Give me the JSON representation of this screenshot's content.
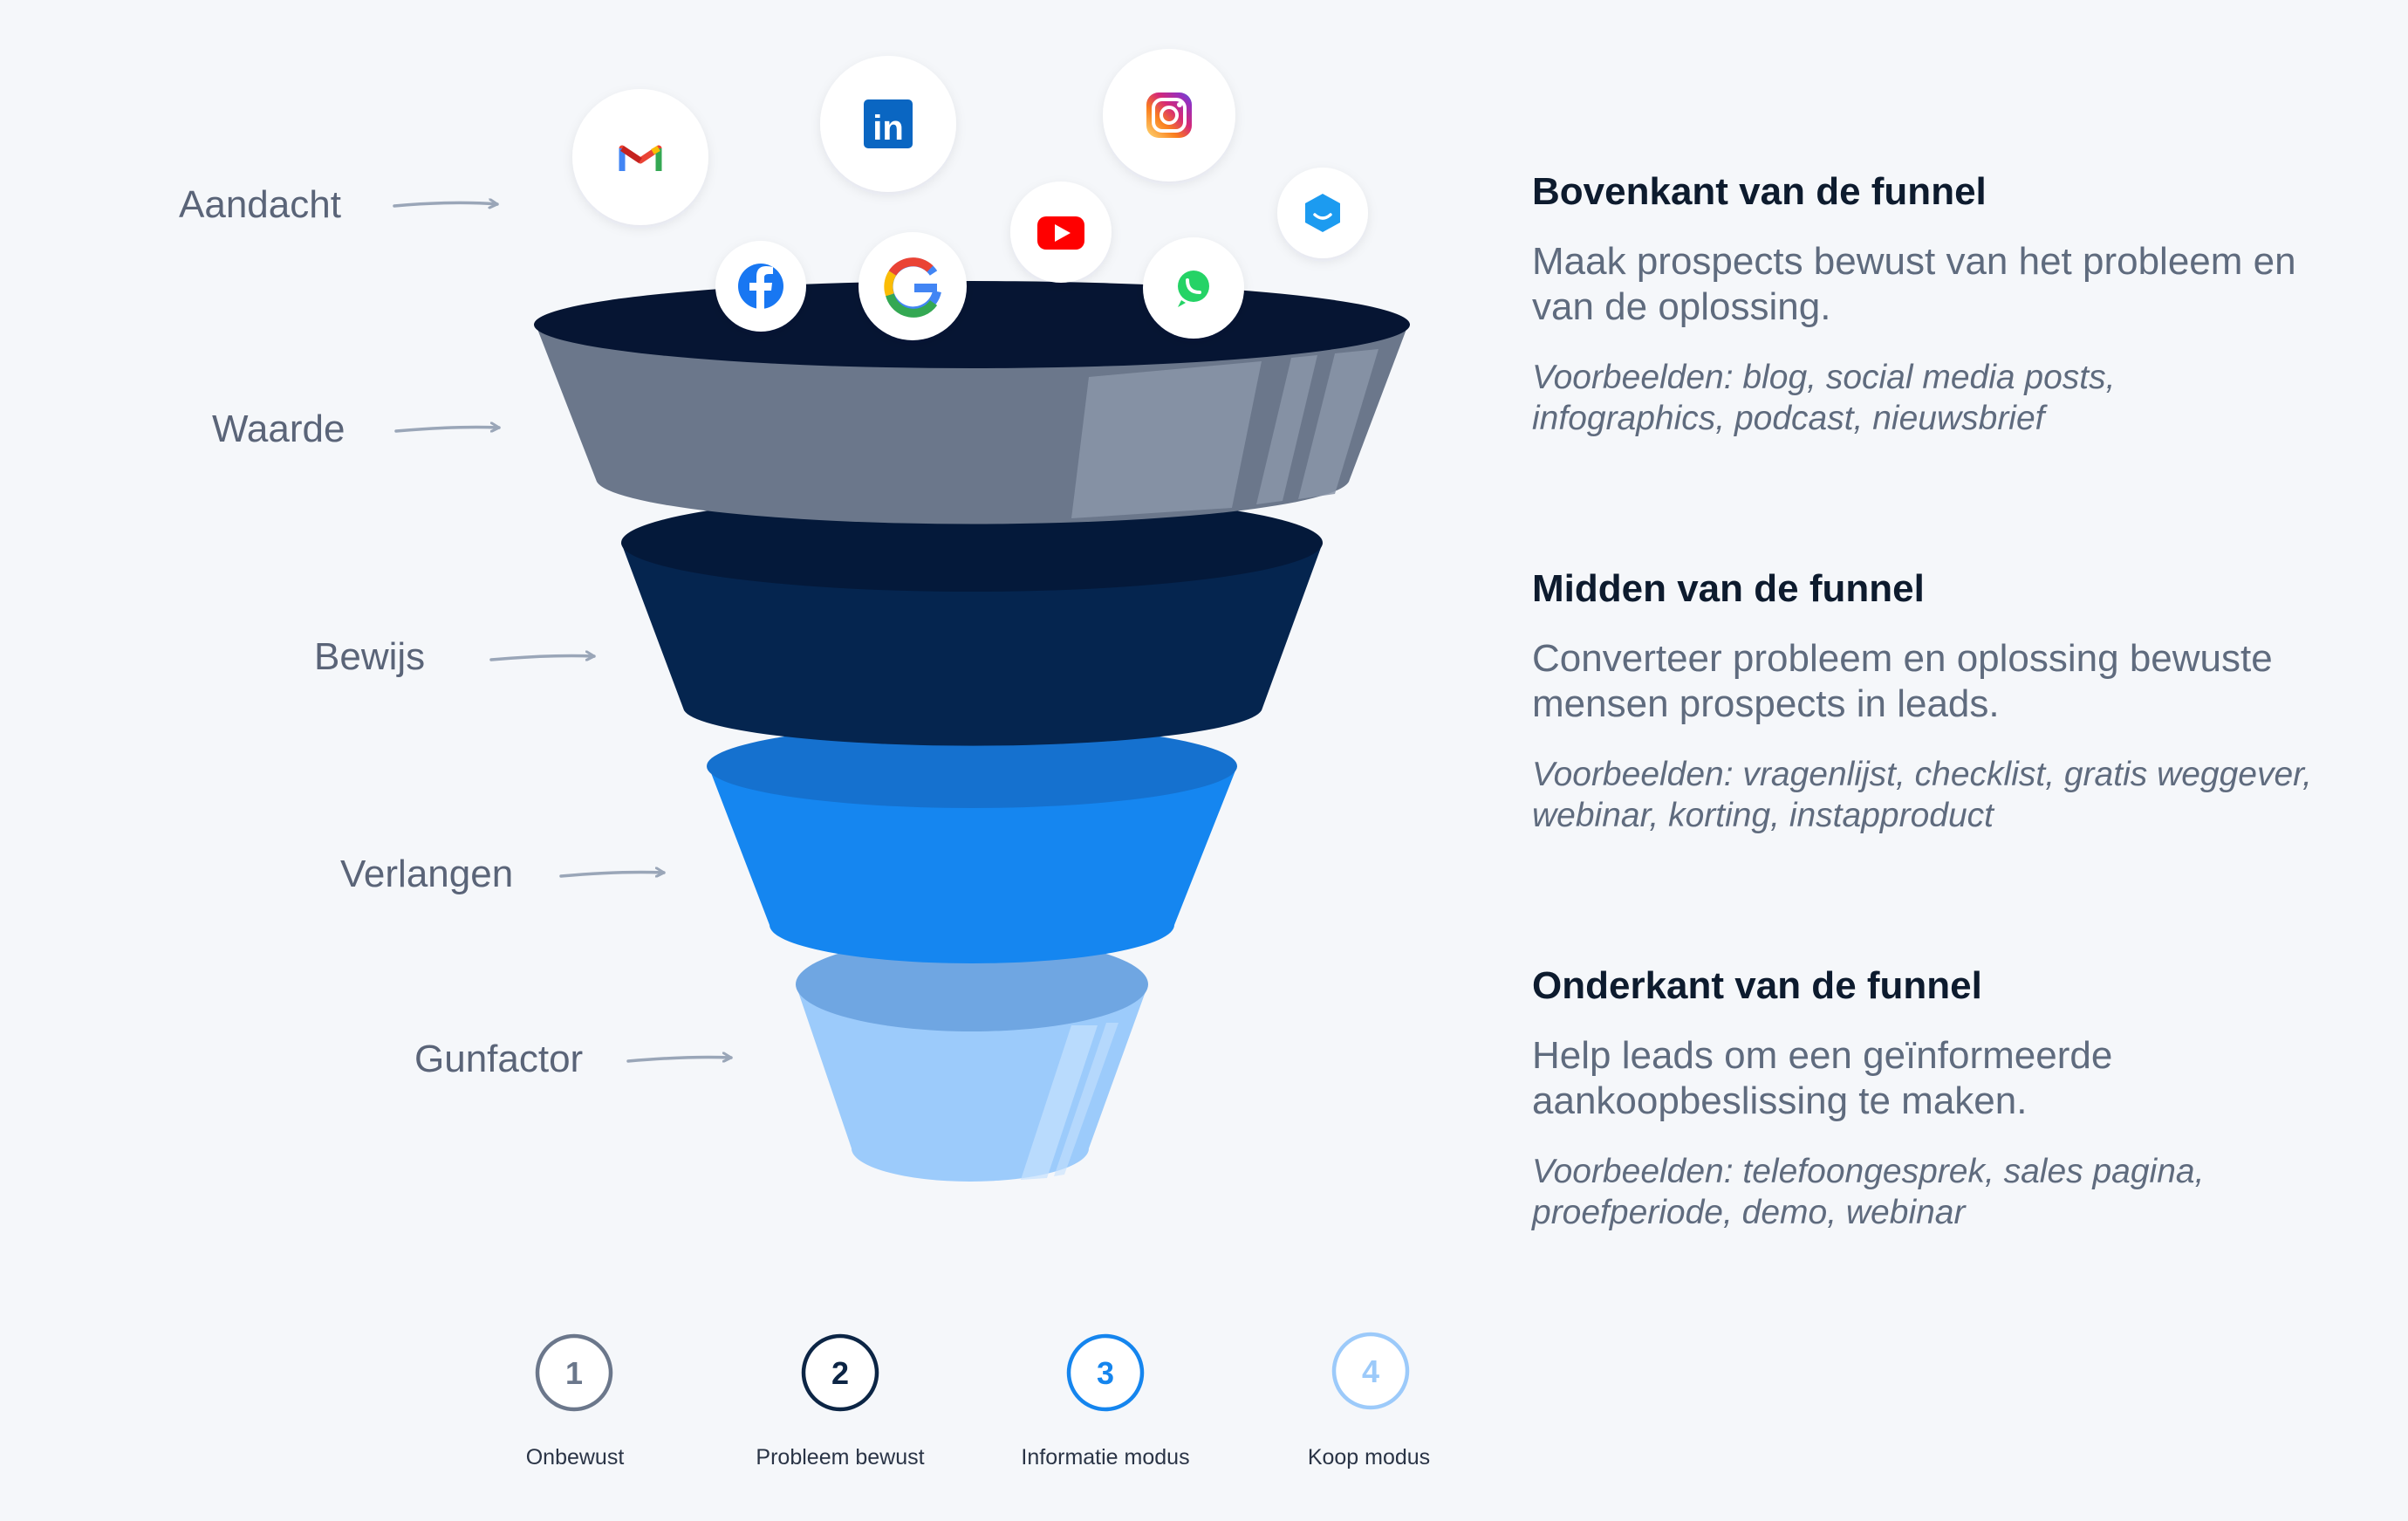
{
  "colors": {
    "background": "#f5f7fa",
    "stage_1": "#6b778b",
    "stage_2": "#05254f",
    "stage_3": "#1586f0",
    "stage_4": "#9ccbfb",
    "rim": "#061533",
    "arrow": "#9aa6b8",
    "step_1": "#6b778b",
    "step_2": "#0c2545",
    "step_3": "#1585ee",
    "step_4": "#9ccafa"
  },
  "stages": [
    {
      "label": "Aandacht"
    },
    {
      "label": "Waarde"
    },
    {
      "label": "Bewijs"
    },
    {
      "label": "Verlangen"
    },
    {
      "label": "Gunfactor"
    }
  ],
  "icons": [
    "gmail-icon",
    "linkedin-icon",
    "instagram-icon",
    "youtube-icon",
    "ring-icon",
    "facebook-icon",
    "google-icon",
    "whatsapp-icon"
  ],
  "sections": [
    {
      "title": "Bovenkant van de funnel",
      "description": "Maak prospects bewust van het probleem en van de oplossing.",
      "examples": "Voorbeelden: blog, social media posts, infographics, podcast, nieuwsbrief"
    },
    {
      "title": "Midden van de funnel",
      "description": "Converteer probleem en oplossing bewuste mensen prospects in leads.",
      "examples": "Voorbeelden: vragenlijst, checklist, gratis weggever, webinar, korting, instapproduct"
    },
    {
      "title": "Onderkant van de funnel",
      "description": "Help leads om een geïnformeerde aankoopbeslissing te maken.",
      "examples": "Voorbeelden: telefoongesprek, sales pagina, proefperiode, demo, webinar"
    }
  ],
  "steps": [
    {
      "number": "1",
      "label": "Onbewust"
    },
    {
      "number": "2",
      "label": "Probleem bewust"
    },
    {
      "number": "3",
      "label": "Informatie modus"
    },
    {
      "number": "4",
      "label": "Koop modus"
    }
  ]
}
